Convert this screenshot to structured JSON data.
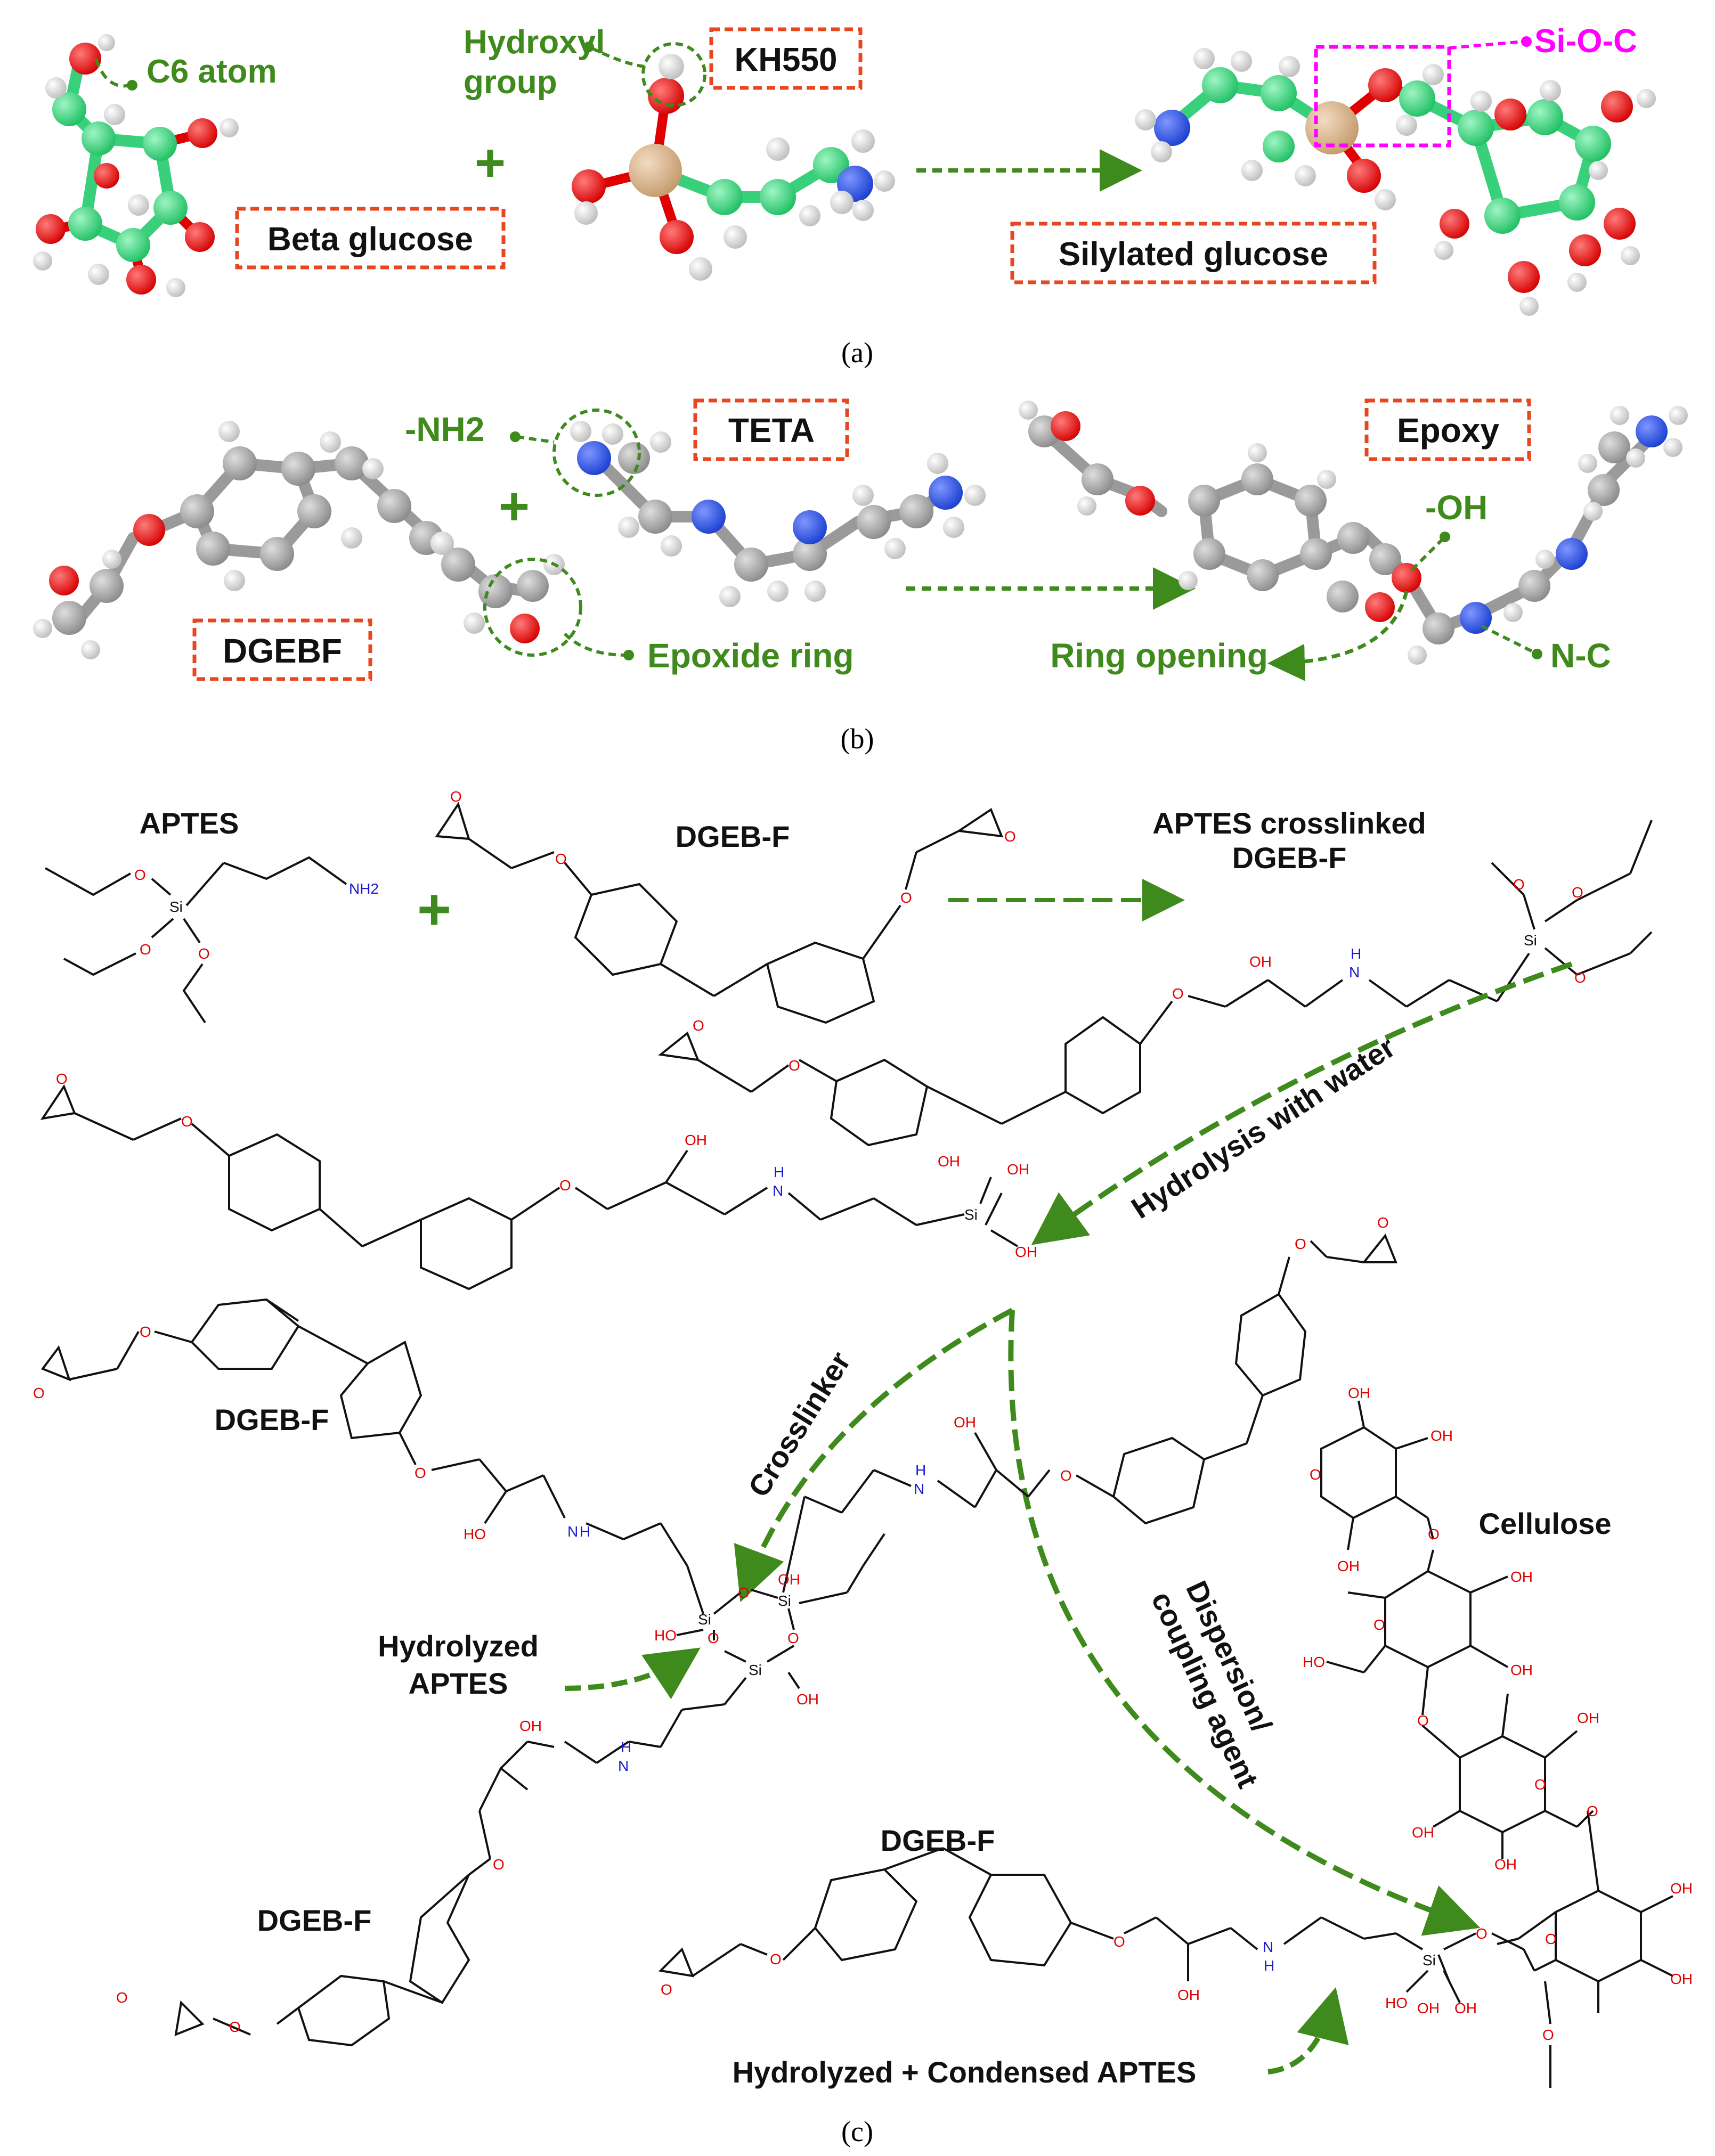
{
  "panel_a": {
    "c6_atom": "C6 atom",
    "hydroxyl_line1": "Hydroxyl",
    "hydroxyl_line2": "group",
    "kh550": "KH550",
    "si_o_c": "Si-O-C",
    "beta_glucose": "Beta glucose",
    "silylated_glucose": "Silylated glucose",
    "plus": "+",
    "caption": "(a)"
  },
  "panel_b": {
    "nh2": "-NH2",
    "teta": "TETA",
    "epoxy": "Epoxy",
    "oh": "-OH",
    "dgebf": "DGEBF",
    "epoxide_ring": "Epoxide ring",
    "ring_opening": "Ring opening",
    "n_c": "N-C",
    "plus": "+",
    "caption": "(b)"
  },
  "panel_c": {
    "aptes": "APTES",
    "dgeb_f_top": "DGEB-F",
    "crosslinked_line1": "APTES crosslinked",
    "crosslinked_line2": "DGEB-F",
    "hydrolysis": "Hydrolysis with water",
    "crosslinker": "Crosslinker",
    "dispersion_line1": "Dispersion/",
    "dispersion_line2": "coupling agent",
    "cellulose": "Cellulose",
    "dgeb_f_left": "DGEB-F",
    "hydrolyzed_line1": "Hydrolyzed",
    "hydrolyzed_line2": "APTES",
    "dgeb_f_bottom_left": "DGEB-F",
    "dgeb_f_bottom": "DGEB-F",
    "hydrolyzed_condensed": "Hydrolyzed + Condensed APTES",
    "plus": "+",
    "caption": "(c)",
    "atoms": {
      "O": "O",
      "OH": "OH",
      "HO": "HO",
      "Si": "Si",
      "H": "H",
      "N": "N",
      "NH2": "NH2"
    }
  },
  "colors": {
    "green": "#3f8a1c",
    "orange_box": "#e8461e",
    "magenta": "#ff00ff",
    "carbon_green": "#2fd37a",
    "oxygen_red": "#e00000",
    "nitrogen_blue": "#1a3fd0",
    "silicon_tan": "#d8b48c",
    "carbon_grey": "#9a9a9a",
    "hydrogen": "#e6e6e6"
  }
}
